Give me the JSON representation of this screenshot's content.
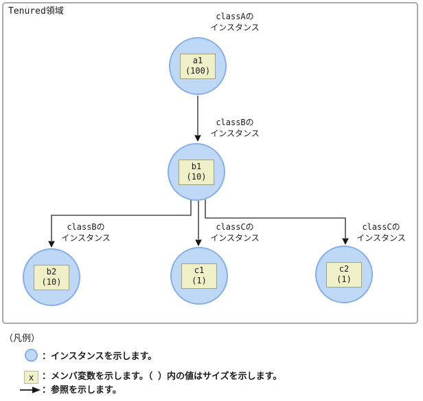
{
  "frame": {
    "title": "Tenured領域"
  },
  "nodes": [
    {
      "name": "a1",
      "size": "(100)",
      "class_line": "classAの",
      "instance_line": "インスタンス"
    },
    {
      "name": "b1",
      "size": "(10)",
      "class_line": "classBの",
      "instance_line": "インスタンス"
    },
    {
      "name": "b2",
      "size": "(10)",
      "class_line": "classBの",
      "instance_line": "インスタンス"
    },
    {
      "name": "c1",
      "size": "(1)",
      "class_line": "classCの",
      "instance_line": "インスタンス"
    },
    {
      "name": "c2",
      "size": "(1)",
      "class_line": "classCの",
      "instance_line": "インスタンス"
    }
  ],
  "legend": {
    "title": "（凡例）",
    "instance_item": {
      "text": "：インスタンスを示します。"
    },
    "member_item": {
      "icon_label": "x",
      "text": "：メンバ変数を示します。（ ）内の値はサイズを示します。"
    },
    "reference_item": {
      "text": "：参照を示します。"
    }
  },
  "colors": {
    "instance_fill": "#bed8f5",
    "instance_border": "#87afe6",
    "member_fill": "#f0f0c8",
    "member_border": "#a0a07e",
    "arrow": "#4a4a4a",
    "frame_border": "#aaaaaa"
  }
}
